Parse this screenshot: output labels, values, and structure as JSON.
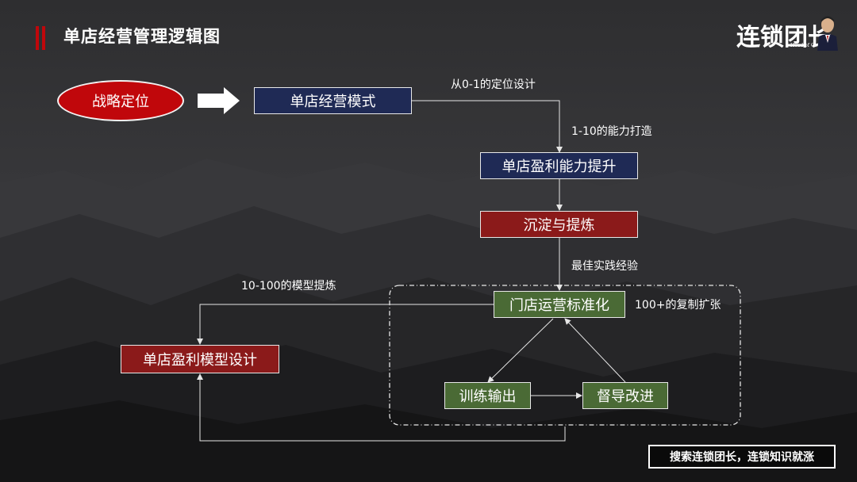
{
  "header": {
    "title": "单店经营管理逻辑图"
  },
  "logo": {
    "main": "连锁团长",
    "sub": "Head of O"
  },
  "nodes": {
    "strategy": "战略定位",
    "single_store_model": "单店经营模式",
    "profit_ability": "单店盈利能力提升",
    "precipitate": "沉淀与提炼",
    "standardization": "门店运营标准化",
    "profit_model": "单店盈利模型设计",
    "training": "训练输出",
    "supervision": "督导改进"
  },
  "labels": {
    "l1": "从0-1的定位设计",
    "l2": "1-10的能力打造",
    "l3": "最佳实践经验",
    "l4": "10-100的模型提炼",
    "l5": "100+的复制扩张"
  },
  "footer": {
    "text": "搜索连锁团长，连锁知识就涨"
  },
  "colors": {
    "navy": "#1f2a55",
    "dark_red": "#8b1a1a",
    "green": "#4a6a35",
    "ellipse_red": "#c0070b"
  }
}
